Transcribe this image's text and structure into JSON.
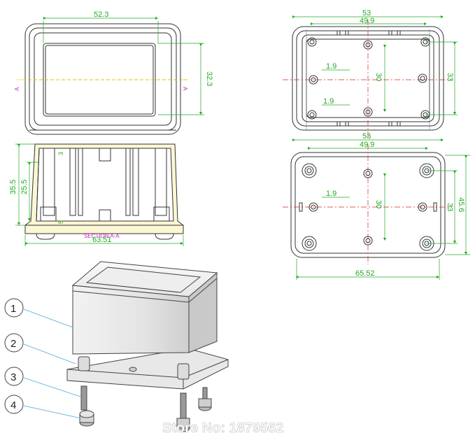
{
  "top_left_view": {
    "width_label": "52.3",
    "height_label": "32.3",
    "section_mark": "A"
  },
  "section_view": {
    "height_outer": "35.5",
    "height_inner": "25.5",
    "small_dim_top": "3",
    "small_dim_bottom": "5",
    "section_label": "SECTION A-A",
    "width_label": "63.51"
  },
  "top_right_view": {
    "outer_width": "53",
    "hole_pitch_x": "49.9",
    "offset_a": "1.9",
    "offset_b": "1.9",
    "inner_height": "30",
    "hole_pitch_y": "33"
  },
  "bottom_right_view": {
    "outer_width": "53",
    "hole_pitch_x": "49.9",
    "offset_a": "1.9",
    "inner_height": "30",
    "hole_pitch_y": "33",
    "outer_height": "45.6",
    "base_width": "65.52"
  },
  "callouts": [
    "1",
    "2",
    "3",
    "4"
  ],
  "watermark": "Store No: 1879562"
}
